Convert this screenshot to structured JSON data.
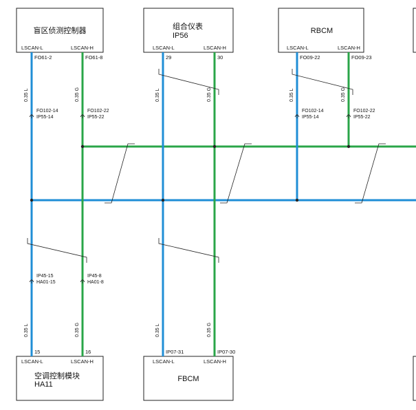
{
  "modules": {
    "blind_spot": {
      "name": "盲区侦测控制器",
      "code": "",
      "pin_l": "LSCAN-L",
      "pin_h": "LSCAN-H"
    },
    "cluster": {
      "name": "组合仪表",
      "code": "IP56",
      "pin_l": "LSCAN-L",
      "pin_h": "LSCAN-H"
    },
    "rbcm": {
      "name": "RBCM",
      "code": "",
      "pin_l": "LSCAN-L",
      "pin_h": "LSCAN-H"
    },
    "hvac": {
      "name": "空调控制模块",
      "code": "HA11",
      "pin_l": "LSCAN-L",
      "pin_h": "LSCAN-H"
    },
    "fbcm": {
      "name": "FBCM",
      "code": "",
      "pin_l": "LSCAN-L",
      "pin_h": "LSCAN-H"
    }
  },
  "terminals": {
    "bsd_l": "FO61-2",
    "bsd_h": "FO61-8",
    "cluster_l": "29",
    "cluster_h": "30",
    "rbcm_l": "FO09-22",
    "rbcm_h": "FO09-23",
    "hvac_l": "15",
    "hvac_h": "16",
    "fbcm_l": "IP07-31",
    "fbcm_h": "IP07-30"
  },
  "connectors": {
    "c1_l_a": "FO102-14",
    "c1_l_b": "IP55-14",
    "c1_h_a": "FO102-22",
    "c1_h_b": "IP55-22",
    "c2_l_a": "FO102-14",
    "c2_l_b": "IP55-14",
    "c2_h_a": "FO102-22",
    "c2_h_b": "IP55-22",
    "c3_l_a": "IP45-15",
    "c3_l_b": "HA01-15",
    "c3_h_a": "IP45-8",
    "c3_h_b": "HA01-8"
  },
  "wire_labels": {
    "low": "0.35 L",
    "high": "0.35 G"
  },
  "colors": {
    "can_low": "#1f8ed6",
    "can_high": "#2aa548"
  }
}
